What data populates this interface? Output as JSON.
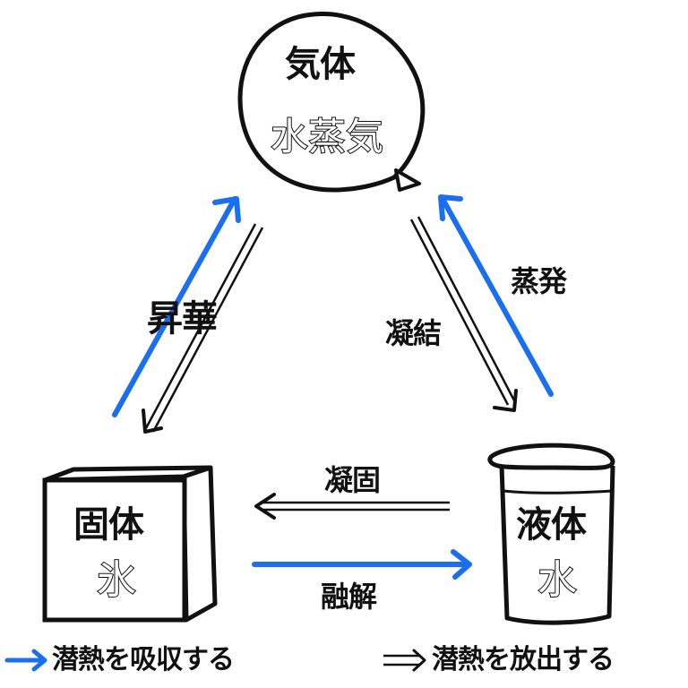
{
  "colors": {
    "absorb": "#1a6ff0",
    "release": "#111111"
  },
  "states": {
    "gas": {
      "label": "気体",
      "example": "水蒸気"
    },
    "solid": {
      "label": "固体",
      "example": "氷"
    },
    "liquid": {
      "label": "液体",
      "example": "水"
    }
  },
  "transitions": {
    "sublimation": "昇華",
    "deposition_condensation": "凝結",
    "evaporation": "蒸発",
    "freezing": "凝固",
    "melting": "融解"
  },
  "legend": {
    "absorb_label": "潜熱を吸収する",
    "release_label": "潜熱を放出する",
    "absorb_icon": "blue-arrow-icon",
    "release_icon": "double-arrow-icon"
  }
}
